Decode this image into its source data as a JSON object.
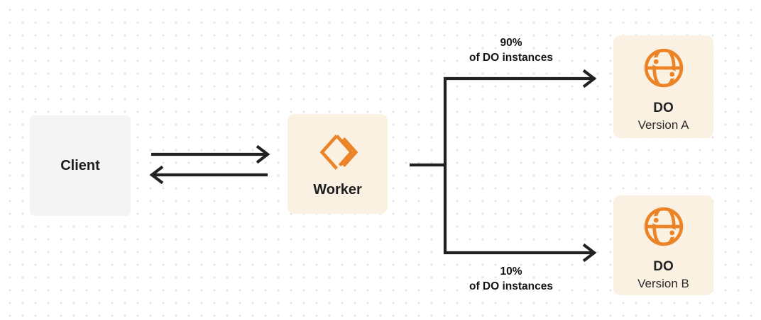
{
  "diagram": {
    "nodes": {
      "client": {
        "label": "Client"
      },
      "worker": {
        "label": "Worker",
        "icon": "workers-logo-icon"
      },
      "do_version_a": {
        "title": "DO",
        "subtitle": "Version A",
        "icon": "globe-icon"
      },
      "do_version_b": {
        "title": "DO",
        "subtitle": "Version B",
        "icon": "globe-icon"
      }
    },
    "edges": {
      "client_worker": {
        "type": "bidirectional-arrows"
      },
      "worker_do_a": {
        "percent": "90%",
        "caption": "of DO instances"
      },
      "worker_do_b": {
        "percent": "10%",
        "caption": "of DO instances"
      }
    },
    "colors": {
      "orange_accent": "#ed8327",
      "cream_box": "#fbf1e2",
      "gray_box": "#f4f4f5",
      "line": "#212121",
      "text_dark": "#1d1d1f",
      "text_secondary": "#2d2d2f",
      "dot_grid": "#e6e6e6",
      "background": "#ffffff"
    }
  }
}
